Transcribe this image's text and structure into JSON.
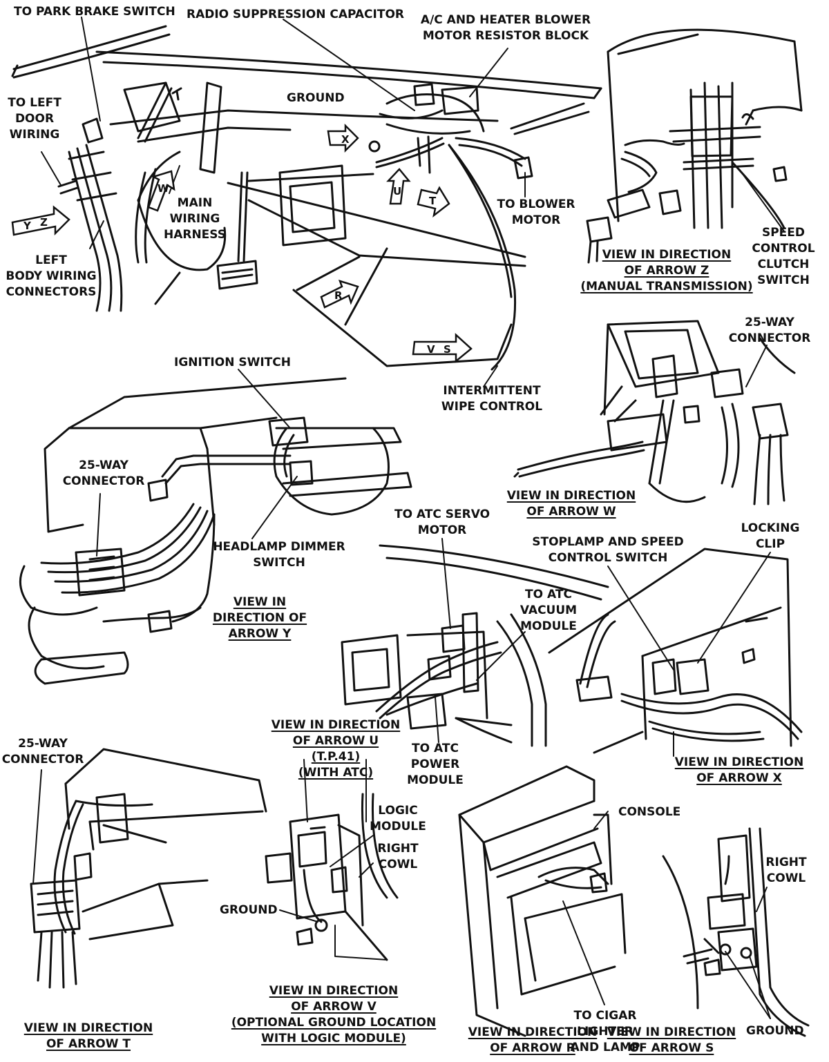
{
  "colors": {
    "ink": "#111111",
    "paper": "#ffffff"
  },
  "labels": {
    "park_brake_switch": "TO PARK BRAKE SWITCH",
    "radio_capacitor": "RADIO SUPPRESSION CAPACITOR",
    "blower_resistor": [
      "A/C AND HEATER BLOWER",
      "MOTOR RESISTOR BLOCK"
    ],
    "ground_top": "GROUND",
    "left_door_wiring": [
      "TO LEFT",
      "DOOR",
      "WIRING"
    ],
    "main_harness": [
      "MAIN",
      "WIRING",
      "HARNESS"
    ],
    "left_body_connectors": [
      "LEFT",
      "BODY WIRING",
      "CONNECTORS"
    ],
    "to_blower_motor": [
      "TO BLOWER",
      "MOTOR"
    ],
    "speed_control_clutch": [
      "SPEED",
      "CONTROL",
      "CLUTCH",
      "SWITCH"
    ],
    "view_z": [
      "VIEW IN DIRECTION",
      "OF ARROW Z",
      "(MANUAL TRANSMISSION)"
    ],
    "connector_25way_w": [
      "25-WAY",
      "CONNECTOR"
    ],
    "intermittent_wipe": [
      "INTERMITTENT",
      "WIPE CONTROL"
    ],
    "ignition_switch": "IGNITION SWITCH",
    "connector_25way_y": [
      "25-WAY",
      "CONNECTOR"
    ],
    "headlamp_dimmer": [
      "HEADLAMP DIMMER",
      "SWITCH"
    ],
    "view_y": [
      "VIEW IN",
      "DIRECTION OF",
      "ARROW Y"
    ],
    "view_w": [
      "VIEW IN DIRECTION",
      "OF ARROW W"
    ],
    "atc_servo_motor": [
      "TO ATC SERVO",
      "MOTOR"
    ],
    "atc_vacuum_module": [
      "TO ATC",
      "VACUUM",
      "MODULE"
    ],
    "stoplamp_speed_switch": [
      "STOPLAMP AND SPEED",
      "CONTROL SWITCH"
    ],
    "locking_clip": [
      "LOCKING",
      "CLIP"
    ],
    "view_u": [
      "VIEW IN DIRECTION",
      "OF ARROW U",
      "(T.P.41)",
      "(WITH ATC)"
    ],
    "atc_power_module": [
      "TO ATC",
      "POWER",
      "MODULE"
    ],
    "view_x": [
      "VIEW IN DIRECTION",
      "OF ARROW X"
    ],
    "connector_25way_t": [
      "25-WAY",
      "CONNECTOR"
    ],
    "logic_module": [
      "LOGIC",
      "MODULE"
    ],
    "right_cowl_v": [
      "RIGHT",
      "COWL"
    ],
    "console": "CONSOLE",
    "ground_v": "GROUND",
    "right_cowl_s": [
      "RIGHT",
      "COWL"
    ],
    "cigar_lighter": [
      "TO CIGAR",
      "LIGHTER",
      "AND LAMP"
    ],
    "view_t": [
      "VIEW IN DIRECTION",
      "OF ARROW T"
    ],
    "view_v": [
      "VIEW IN DIRECTION",
      "OF ARROW V",
      "(OPTIONAL GROUND LOCATION",
      "WITH LOGIC MODULE)"
    ],
    "view_r": [
      "VIEW IN DIRECTION",
      "OF ARROW R"
    ],
    "view_s": [
      "VIEW IN DIRECTION",
      "OF ARROW S"
    ],
    "ground_s": "GROUND"
  },
  "arrow_tags": [
    "Y",
    "Z",
    "W",
    "X",
    "U",
    "T",
    "R",
    "V",
    "S"
  ]
}
